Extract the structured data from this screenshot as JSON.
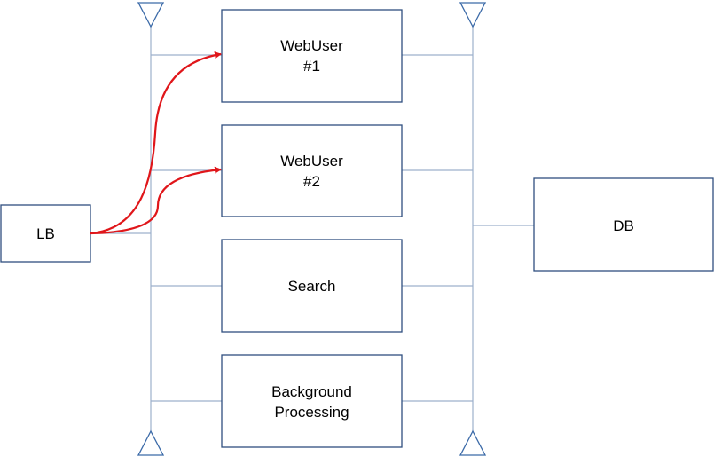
{
  "colors": {
    "box_stroke": "#2f4f7f",
    "bus_line": "#9db0cc",
    "terminator": "#3b6aa8",
    "arrow": "#e0161a",
    "text": "#000000"
  },
  "nodes": {
    "lb": {
      "label": "LB"
    },
    "webuser1": {
      "line1": "WebUser",
      "line2": "#1"
    },
    "webuser2": {
      "line1": "WebUser",
      "line2": "#2"
    },
    "search": {
      "label": "Search"
    },
    "background": {
      "line1": "Background",
      "line2": "Processing"
    },
    "db": {
      "label": "DB"
    }
  },
  "icons": {
    "bus_terminator": "triangle-icon",
    "arrowhead": "arrowhead-icon"
  }
}
